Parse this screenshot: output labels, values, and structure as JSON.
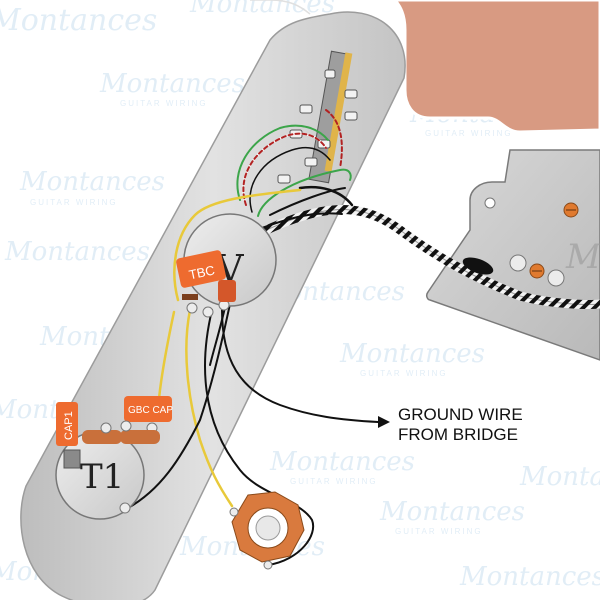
{
  "diagram": {
    "callout_line1": "GROUND WIRE",
    "callout_line2": "FROM BRIDGE",
    "pot_volume_letter": "V",
    "pot_tone_letter": "T1",
    "tbc_label": "TBC",
    "cap1_label": "CAP1",
    "gbc_cap_label": "GBC CAP",
    "pickup_script": "M",
    "watermark_script": "Montances",
    "watermark_sub": "GUITAR WIRING"
  },
  "colors": {
    "control_plate": "#d4d4d4",
    "pickguard": "#d89a82",
    "orange_component": "#ee6b2f",
    "capacitor": "#c9703b",
    "jack": "#d97a3e",
    "wire_yellow": "#e8c93a",
    "wire_green": "#3ca54a",
    "wire_red": "#b22222",
    "wire_black": "#111111",
    "wire_white": "#ffffff"
  }
}
